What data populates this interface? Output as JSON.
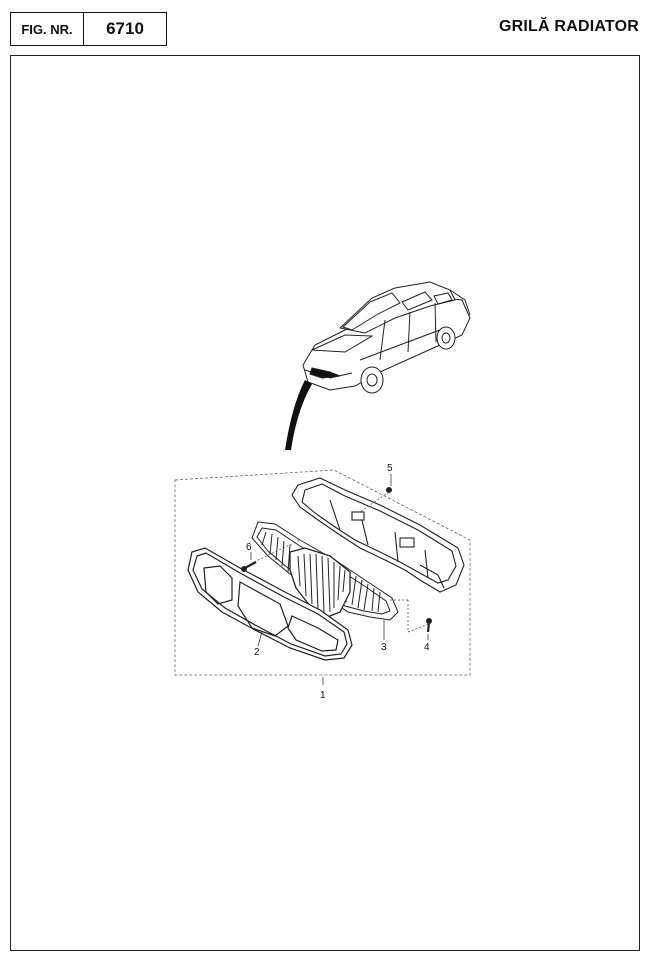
{
  "header": {
    "fig_label": "FIG. NR.",
    "fig_number": "6710",
    "title": "GRILĂ RADIATOR"
  },
  "diagram": {
    "callouts": [
      {
        "id": "c1",
        "text": "1"
      },
      {
        "id": "c2",
        "text": "2"
      },
      {
        "id": "c3",
        "text": "3"
      },
      {
        "id": "c4",
        "text": "4"
      },
      {
        "id": "c5",
        "text": "5"
      },
      {
        "id": "c6",
        "text": "6"
      }
    ]
  }
}
